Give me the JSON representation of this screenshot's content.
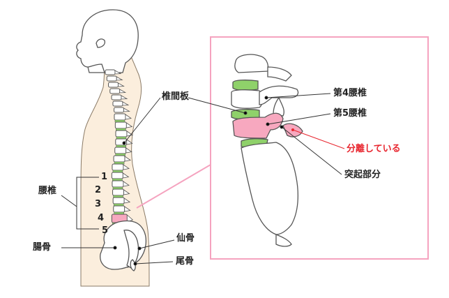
{
  "labels": {
    "intervertebral_disc": "椎間板",
    "lumbar": "腰椎",
    "ilium": "腸骨",
    "sacrum": "仙骨",
    "coccyx": "尾骨",
    "l4": "第4腰椎",
    "l5": "第5腰椎",
    "separated": "分離している",
    "process": "突起部分"
  },
  "vertebra_numbers": [
    "1",
    "2",
    "3",
    "4",
    "5"
  ],
  "colors": {
    "skin": "#fbeedd",
    "bone": "#ffffff",
    "outline": "#555555",
    "disc": "#8fd16a",
    "lumbar_highlight": "#f7a8bf",
    "frame": "#f5a3bf",
    "separation_text": "#e8262f"
  }
}
